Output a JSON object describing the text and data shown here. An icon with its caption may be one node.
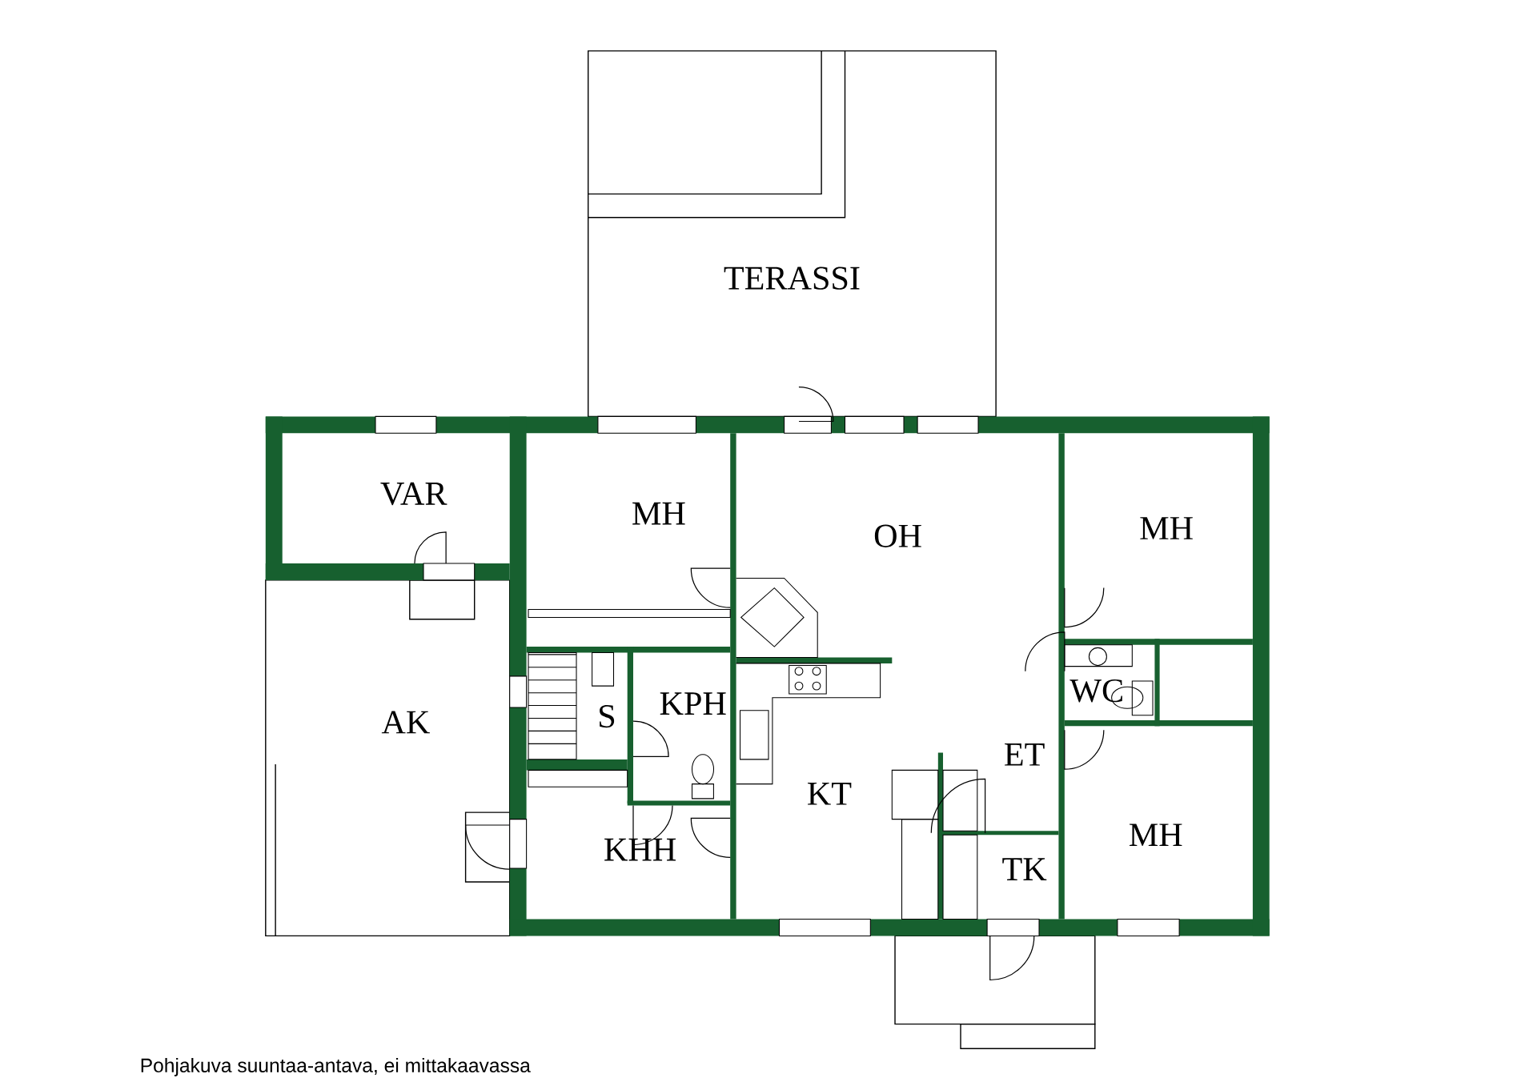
{
  "diagram": {
    "labels": [
      "TERASSI",
      "VAR",
      "MH",
      "OH",
      "MH",
      "WC",
      "KPH",
      "S",
      "AK",
      "ET",
      "KT",
      "MH",
      "KHH",
      "TK",
      "Pohjakuva suuntaa-antava, ei mittakaavassa"
    ]
  }
}
